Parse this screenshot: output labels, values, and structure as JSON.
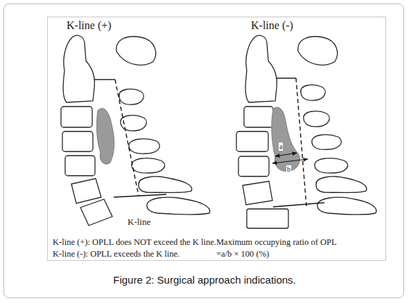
{
  "diagram": {
    "caption": "Figure 2: Surgical approach indications.",
    "labels": [
      "K-line (+)",
      "K-line (-)",
      "K-line",
      "a",
      "b",
      "K-line (+): OPLL does NOT exceed the K line.",
      "K-line (-): OPLL exceeds the K line.",
      "Maximum occupying ratio of OPL",
      "=a/b × 100 (%)"
    ]
  }
}
